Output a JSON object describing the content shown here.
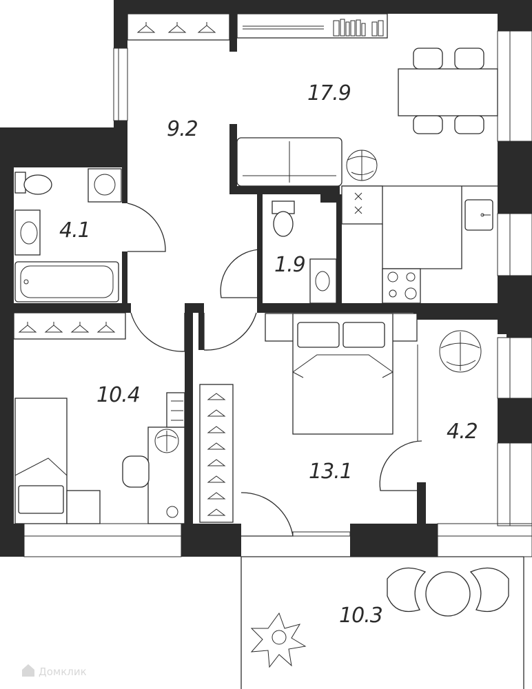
{
  "plan": {
    "rooms": [
      {
        "id": "hallway",
        "label": "9.2"
      },
      {
        "id": "kitchen",
        "label": "17.9"
      },
      {
        "id": "bathroom",
        "label": "4.1"
      },
      {
        "id": "wc",
        "label": "1.9"
      },
      {
        "id": "bedroom-kid",
        "label": "10.4"
      },
      {
        "id": "bedroom",
        "label": "13.1"
      },
      {
        "id": "wardrobe",
        "label": "4.2"
      },
      {
        "id": "balcony",
        "label": "10.3"
      }
    ]
  },
  "watermark": {
    "text": "Домклик"
  },
  "colors": {
    "wall": "#2b2b2b",
    "background": "#ffffff",
    "watermark": "#d8d8d8"
  }
}
